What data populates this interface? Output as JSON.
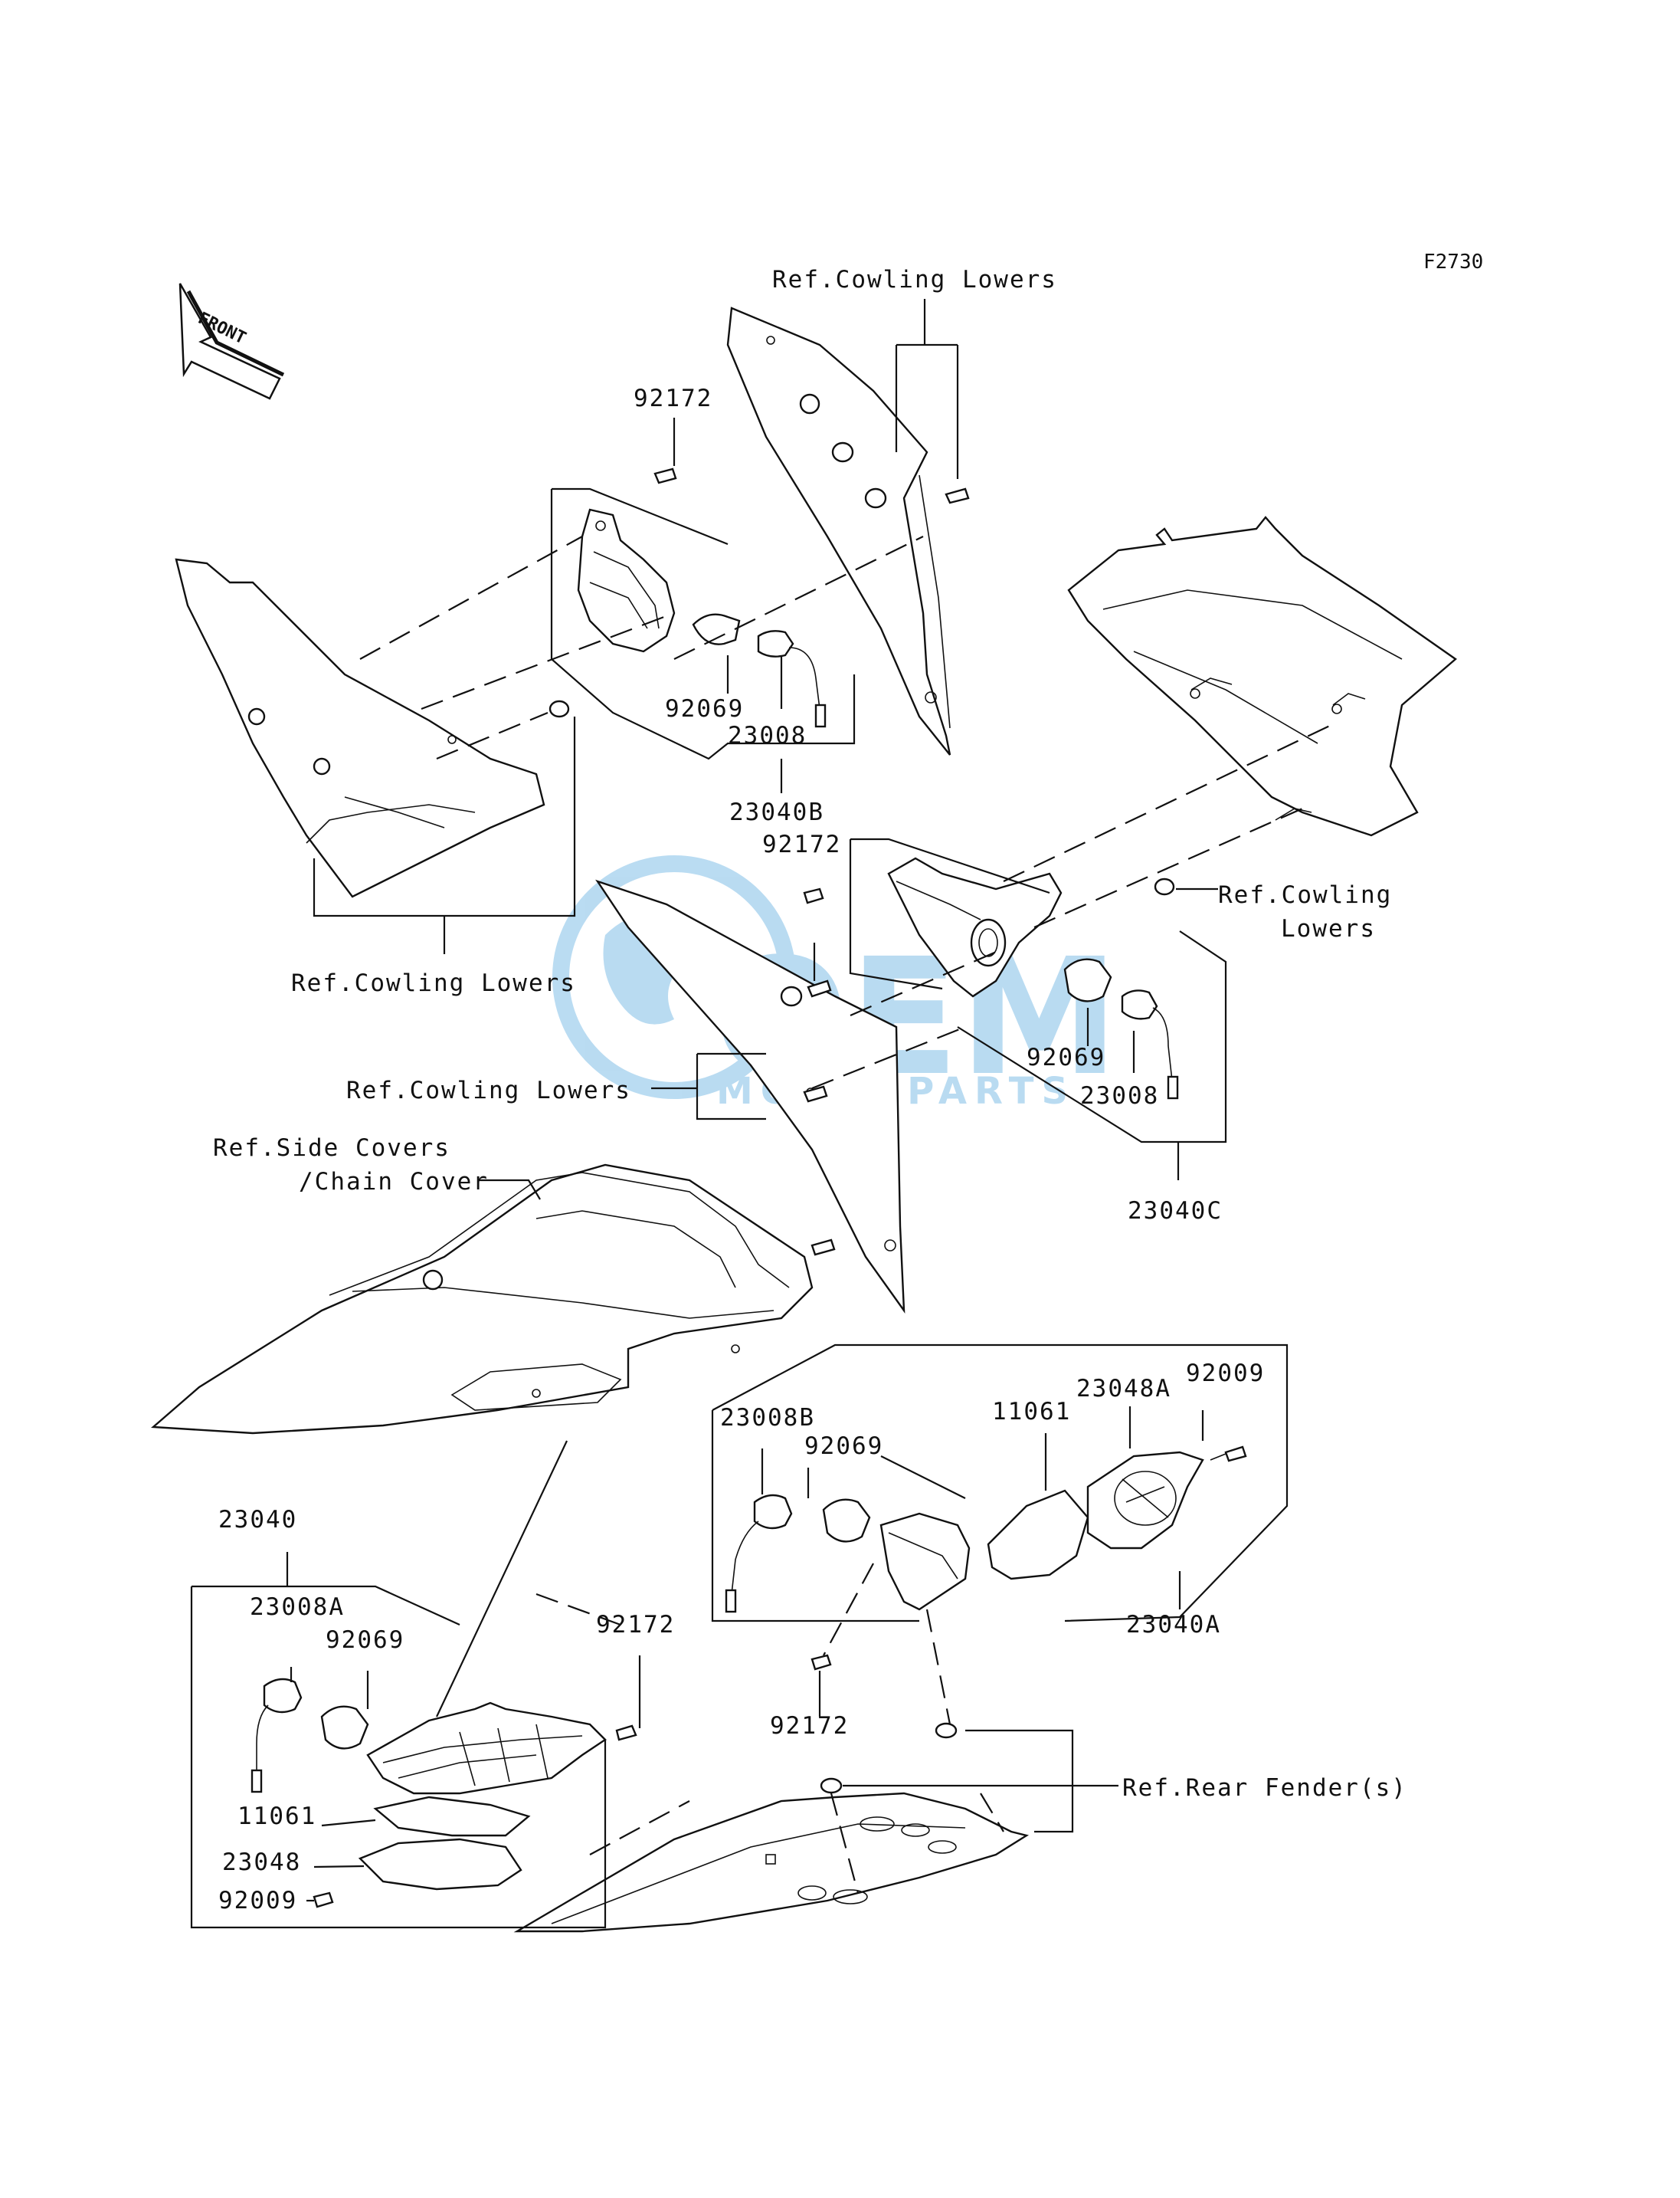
{
  "diagram_code": "F2730",
  "front_arrow": "FRONT",
  "watermark": {
    "brand": "OEM",
    "sub": "MOTORPARTS",
    "color": "#3a9ad9"
  },
  "parts": {
    "p92172_a": "92172",
    "p92069_a": "92069",
    "p23008_a": "23008",
    "p23040B": "23040B",
    "p92172_b": "92172",
    "p92069_b": "92069",
    "p23008_b": "23008",
    "p23040C": "23040C",
    "p23048A": "23048A",
    "p92009_a": "92009",
    "p11061_a": "11061",
    "p23008B": "23008B",
    "p92069_c": "92069",
    "p23040A": "23040A",
    "p92172_c": "92172",
    "p23040": "23040",
    "p23008A": "23008A",
    "p92069_d": "92069",
    "p92172_d": "92172",
    "p11061_b": "11061",
    "p23048": "23048",
    "p92009_b": "92009"
  },
  "refs": {
    "cowling_top": "Ref.Cowling Lowers",
    "cowling_left": "Ref.Cowling Lowers",
    "cowling_right_1": "Ref.Cowling",
    "cowling_right_2": "Lowers",
    "cowling_mid": "Ref.Cowling Lowers",
    "side_covers_1": "Ref.Side Covers",
    "side_covers_2": "/Chain Cover",
    "rear_fender": "Ref.Rear Fender(s)"
  }
}
